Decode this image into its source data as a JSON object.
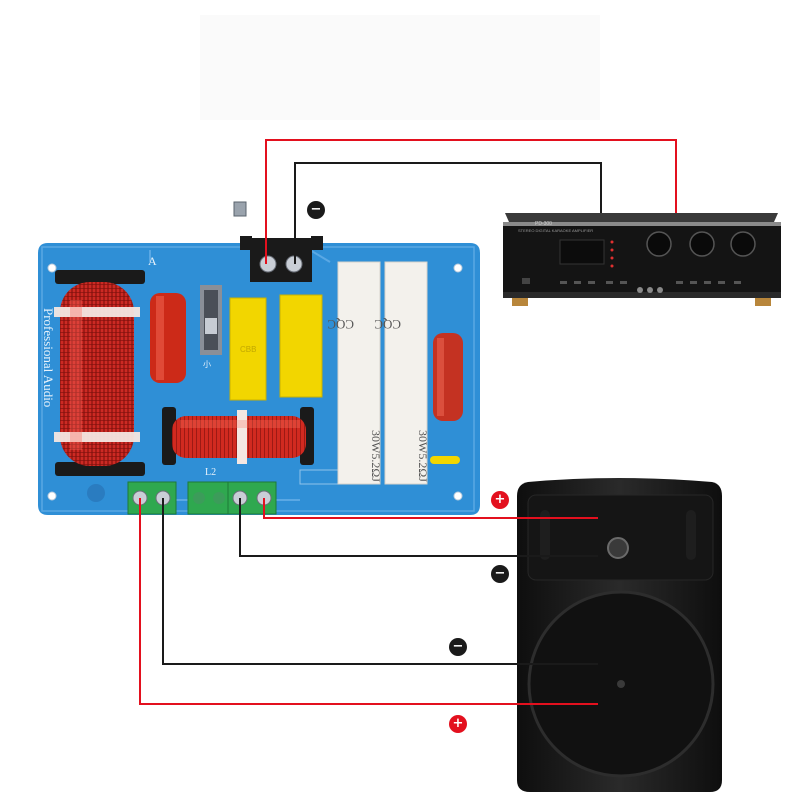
{
  "board": {
    "label_a": "A",
    "label_l2": "L2",
    "brand_text": "Professional Audio",
    "resistor_1": "30W5.2ΩJ",
    "resistor_2": "30W5.2ΩJ",
    "resistor_mark": "CQC",
    "small_label": "小",
    "capacitor_mark": "CBB"
  },
  "amplifier": {
    "model": "PD-300",
    "subtitle": "STEREO DIGITAL KARAOKE AMPLIFIER"
  },
  "polarity_markers": [
    {
      "id": "amp-neg",
      "symbol": "−",
      "polarity": "negative"
    },
    {
      "id": "spk-top-pos",
      "symbol": "+",
      "polarity": "positive"
    },
    {
      "id": "spk-top-neg",
      "symbol": "−",
      "polarity": "negative"
    },
    {
      "id": "spk-bottom-neg",
      "symbol": "−",
      "polarity": "negative"
    },
    {
      "id": "spk-bottom-pos",
      "symbol": "+",
      "polarity": "positive"
    }
  ],
  "colors": {
    "positive_wire": "#e3101e",
    "negative_wire": "#1a1a1a",
    "pcb": "#2f8fd6",
    "terminal_green": "#2fa84f",
    "capacitor_yellow": "#f2d600",
    "coil_red": "#d42a1e"
  }
}
